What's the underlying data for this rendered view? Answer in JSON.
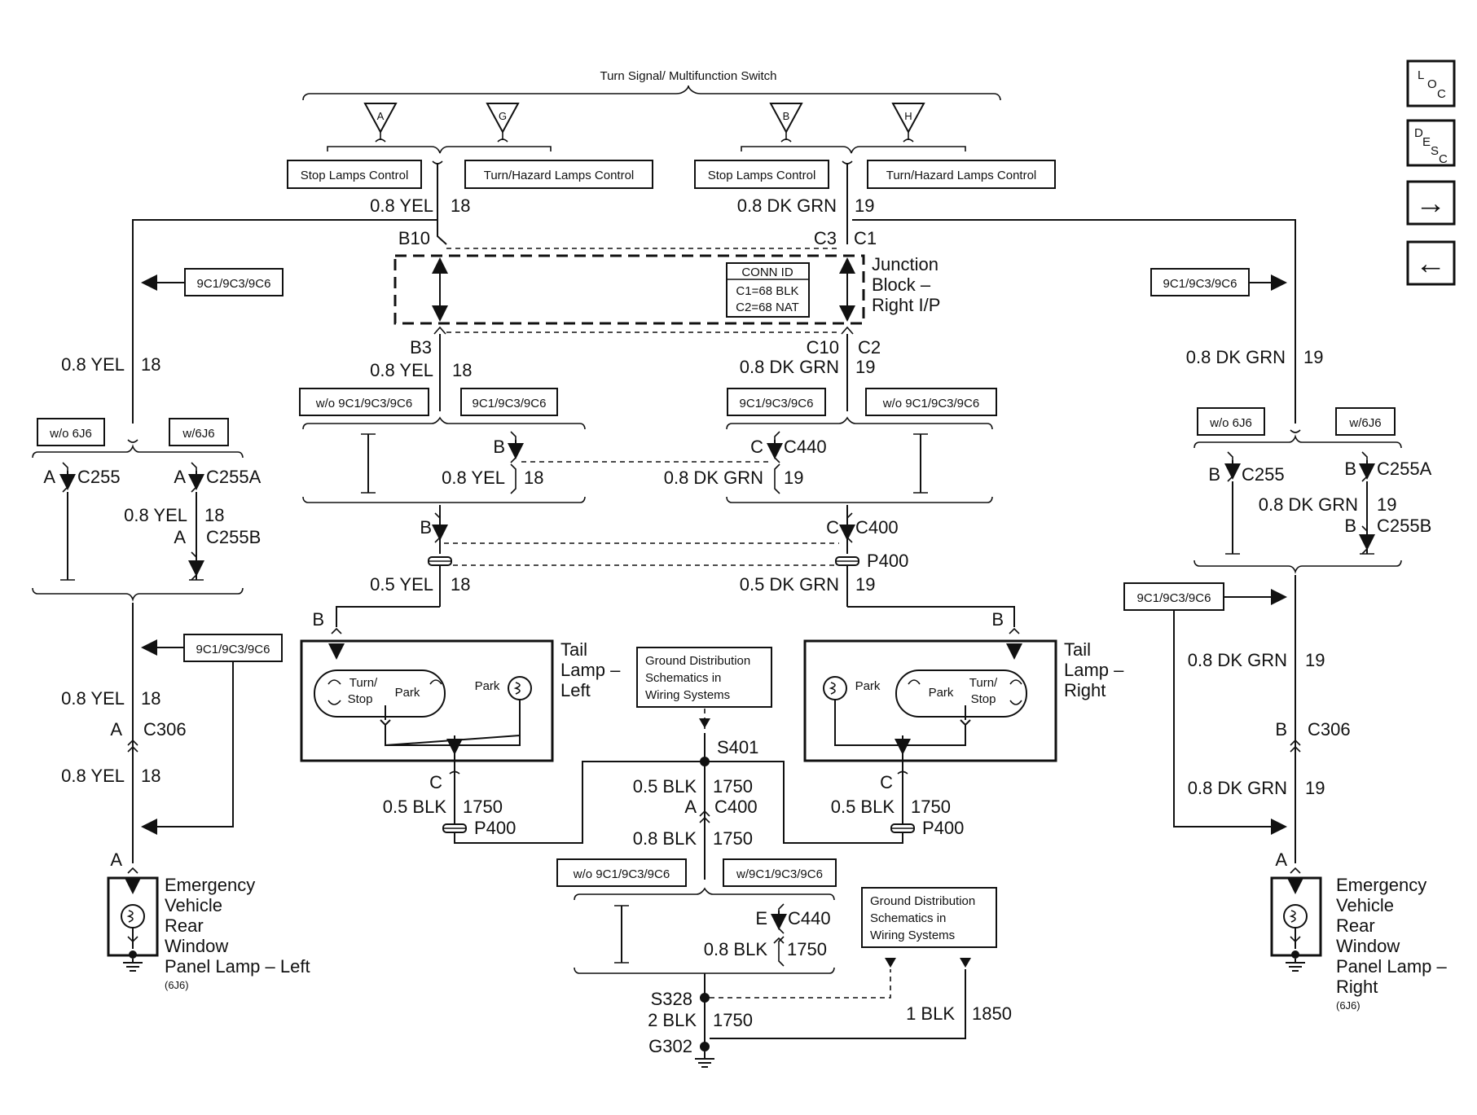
{
  "switch": {
    "title": "Turn Signal/ Multifunction Switch",
    "pins": [
      "A",
      "G",
      "B",
      "H"
    ]
  },
  "labels": {
    "stop_lamps_control": "Stop Lamps Control",
    "turn_hazard_control": "Turn/Hazard Lamps Control",
    "opt": "9C1/9C3/9C6",
    "wo_opt": "w/o 9C1/9C3/9C6",
    "w_opt": "w/9C1/9C3/9C6",
    "wo_6j6": "w/o 6J6",
    "w_6j6": "w/6J6"
  },
  "wires": {
    "yel08": "0.8 YEL",
    "yel05": "0.5 YEL",
    "c18": "18",
    "dkgrn08": "0.8 DK GRN",
    "dkgrn05": "0.5 DK GRN",
    "c19": "19",
    "blk05": "0.5 BLK",
    "blk08": "0.8 BLK",
    "c1750": "1750",
    "blk2": "2 BLK",
    "blk1": "1 BLK",
    "c1850": "1850"
  },
  "connectors": {
    "b10": "B10",
    "c3": "C3",
    "c1": "C1",
    "b3": "B3",
    "c10": "C10",
    "c2": "C2",
    "c440": "C440",
    "c400": "C400",
    "p400": "P400",
    "c255": "C255",
    "c255a": "C255A",
    "c255b": "C255B",
    "c306": "C306",
    "s401": "S401",
    "s328": "S328",
    "g302": "G302",
    "A": "A",
    "B": "B",
    "C": "C",
    "E": "E"
  },
  "junction_block": {
    "name_lines": [
      "Junction",
      "Block –",
      "Right I/P"
    ],
    "conn_id": {
      "title": "CONN ID",
      "c1": "C1=68 BLK",
      "c2": "C2=68 NAT"
    }
  },
  "tail_lamp_left": {
    "name_lines": [
      "Tail",
      "Lamp –",
      "Left"
    ],
    "turn_stop": [
      "Turn/",
      "Stop"
    ],
    "park": "Park"
  },
  "tail_lamp_right": {
    "name_lines": [
      "Tail",
      "Lamp –",
      "Right"
    ],
    "turn_stop": [
      "Turn/",
      "Stop"
    ],
    "park": "Park"
  },
  "ground_ref": [
    "Ground Distribution",
    "Schematics in",
    "Wiring Systems"
  ],
  "ev_left": {
    "name_lines": [
      "Emergency",
      "Vehicle",
      "Rear",
      "Window",
      "Panel Lamp – Left"
    ],
    "rpo": "(6J6)"
  },
  "ev_right": {
    "name_lines": [
      "Emergency",
      "Vehicle",
      "Rear",
      "Window",
      "Panel Lamp –",
      "Right"
    ],
    "rpo": "(6J6)"
  },
  "nav": {
    "loc": {
      "l": "L",
      "o": "O",
      "c": "C"
    },
    "desc": {
      "d": "D",
      "e": "E",
      "s": "S",
      "c": "C"
    },
    "next": "→",
    "prev": "←"
  }
}
